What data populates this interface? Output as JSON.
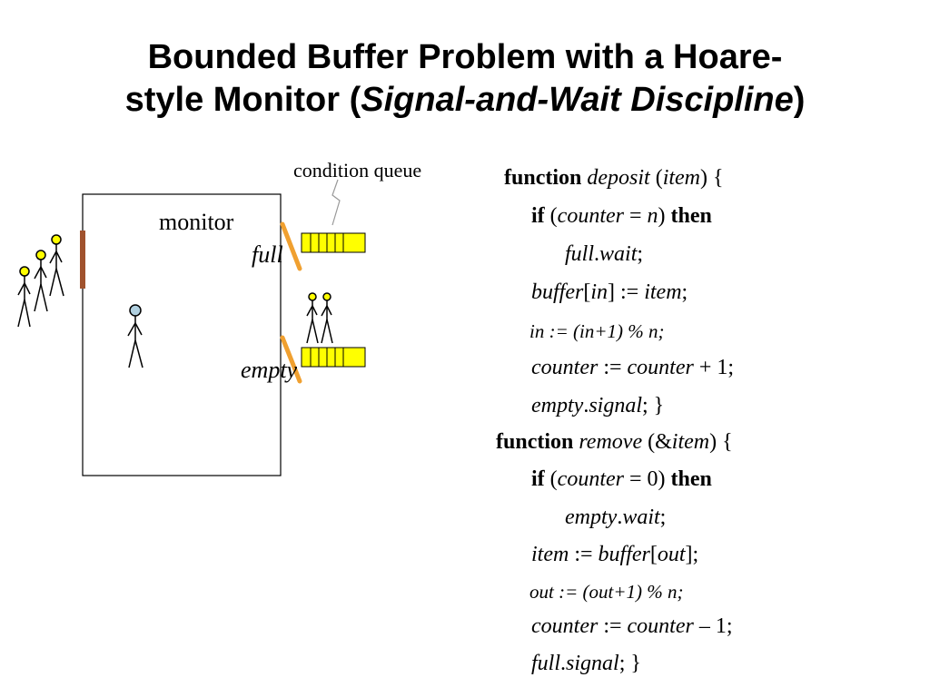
{
  "slide": {
    "title_line1": "Bounded Buffer Problem with a Hoare-",
    "title_line2_prefix": "style Monitor (",
    "title_line2_italic": "Signal-and-Wait Discipline",
    "title_line2_suffix": ")"
  },
  "diagram": {
    "condition_queue_label": "condition queue",
    "monitor_label": "monitor",
    "full_label": "full",
    "empty_label": "empty",
    "colors": {
      "queue_fill": "#ffff00",
      "entrance_bar": "#a0522d",
      "gate": "#f0a030",
      "head_waiting": "#ffff00",
      "head_inside": "#b0d0e0"
    }
  },
  "code": {
    "l1": {
      "kw": "function",
      "name": "deposit",
      "open": " (",
      "arg": "item",
      "close": ") {"
    },
    "l2": {
      "kw": "if",
      "open": " (",
      "var": "counter",
      "op": " = ",
      "n": "n",
      "close": ") ",
      "then": "then"
    },
    "l3": {
      "obj": "full",
      "dot": ".",
      "method": "wait",
      "end": ";"
    },
    "l4": {
      "buf": "buffer",
      "lb": "[",
      "idx": "in",
      "rb": "] := ",
      "item": "item",
      "end": ";"
    },
    "l5": {
      "text": "in := (in+1) % n;"
    },
    "l6": {
      "v1": "counter",
      "op": " := ",
      "v2": "counter",
      "rest": " + 1;"
    },
    "l7": {
      "obj": "empty",
      "dot": ".",
      "method": "signal",
      "end": "; }"
    },
    "l8": {
      "kw": "function",
      "name": "remove",
      "open": " (&",
      "arg": "item",
      "close": ") {"
    },
    "l9": {
      "kw": "if",
      "open": " (",
      "var": "counter",
      "rest": " = 0) ",
      "then": "then"
    },
    "l10": {
      "obj": "empty",
      "dot": ".",
      "method": "wait",
      "end": ";"
    },
    "l11": {
      "item": "item",
      "op": " := ",
      "buf": "buffer",
      "lb": "[",
      "idx": "out",
      "end": "];"
    },
    "l12": {
      "text": "out := (out+1) % n;"
    },
    "l13": {
      "v1": "counter",
      "op": " := ",
      "v2": "counter",
      "rest": " – 1;"
    },
    "l14": {
      "obj": "full",
      "dot": ".",
      "method": "signal",
      "end": "; }"
    }
  }
}
